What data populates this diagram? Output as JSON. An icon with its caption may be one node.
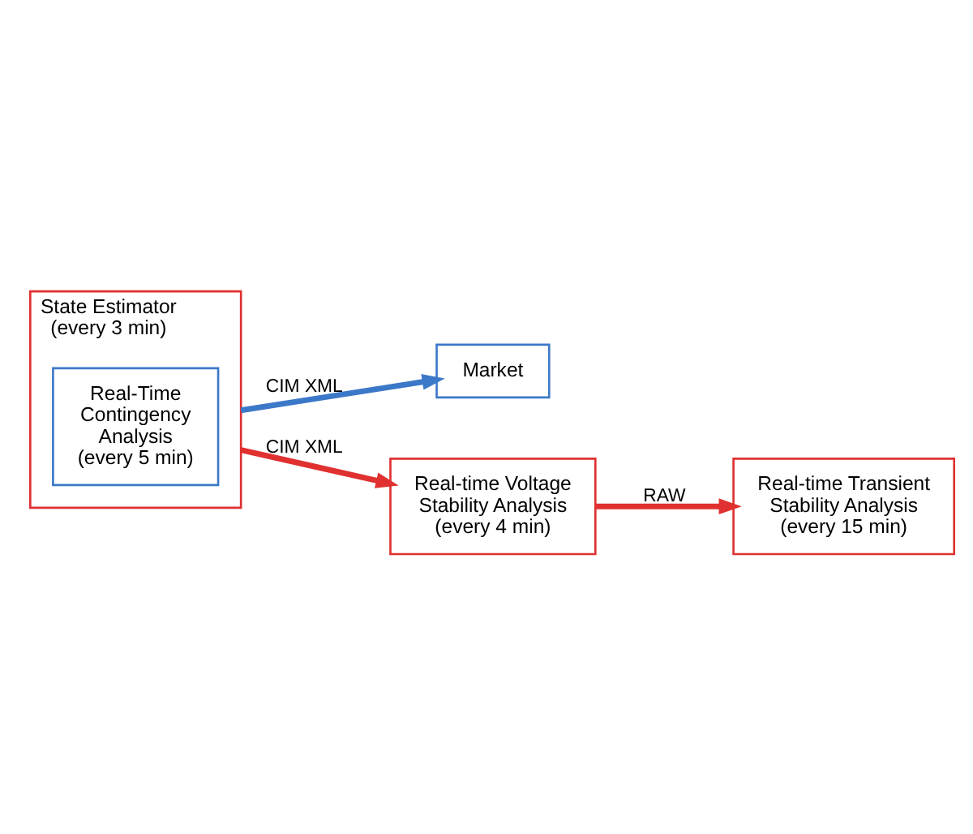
{
  "diagram": {
    "nodes": [
      {
        "text": [
          "State Estimator (every 3 min)"
        ]
      },
      {
        "text": [
          "Real-Time Contingency Analysis (every 5 min)"
        ],
        "in": 0
      },
      {
        "text": [
          "Market"
        ]
      },
      {
        "text": [
          "Real-time Voltage Stability Analysis (every 4 min)"
        ]
      },
      {
        "text": [
          "Real-time Transient Stability Analysis (every 15 min)"
        ]
      }
    ],
    "edges": [
      {
        "from": 0,
        "to": 2,
        "arrow": "to",
        "label": "CIM XML",
        "color": "#3c78c8"
      },
      {
        "from": 0,
        "to": 3,
        "arrow": "to",
        "label": "CIM XML"
      },
      {
        "from": 3,
        "to": 4,
        "arrow": "to",
        "label": "RAW"
      }
    ]
  }
}
